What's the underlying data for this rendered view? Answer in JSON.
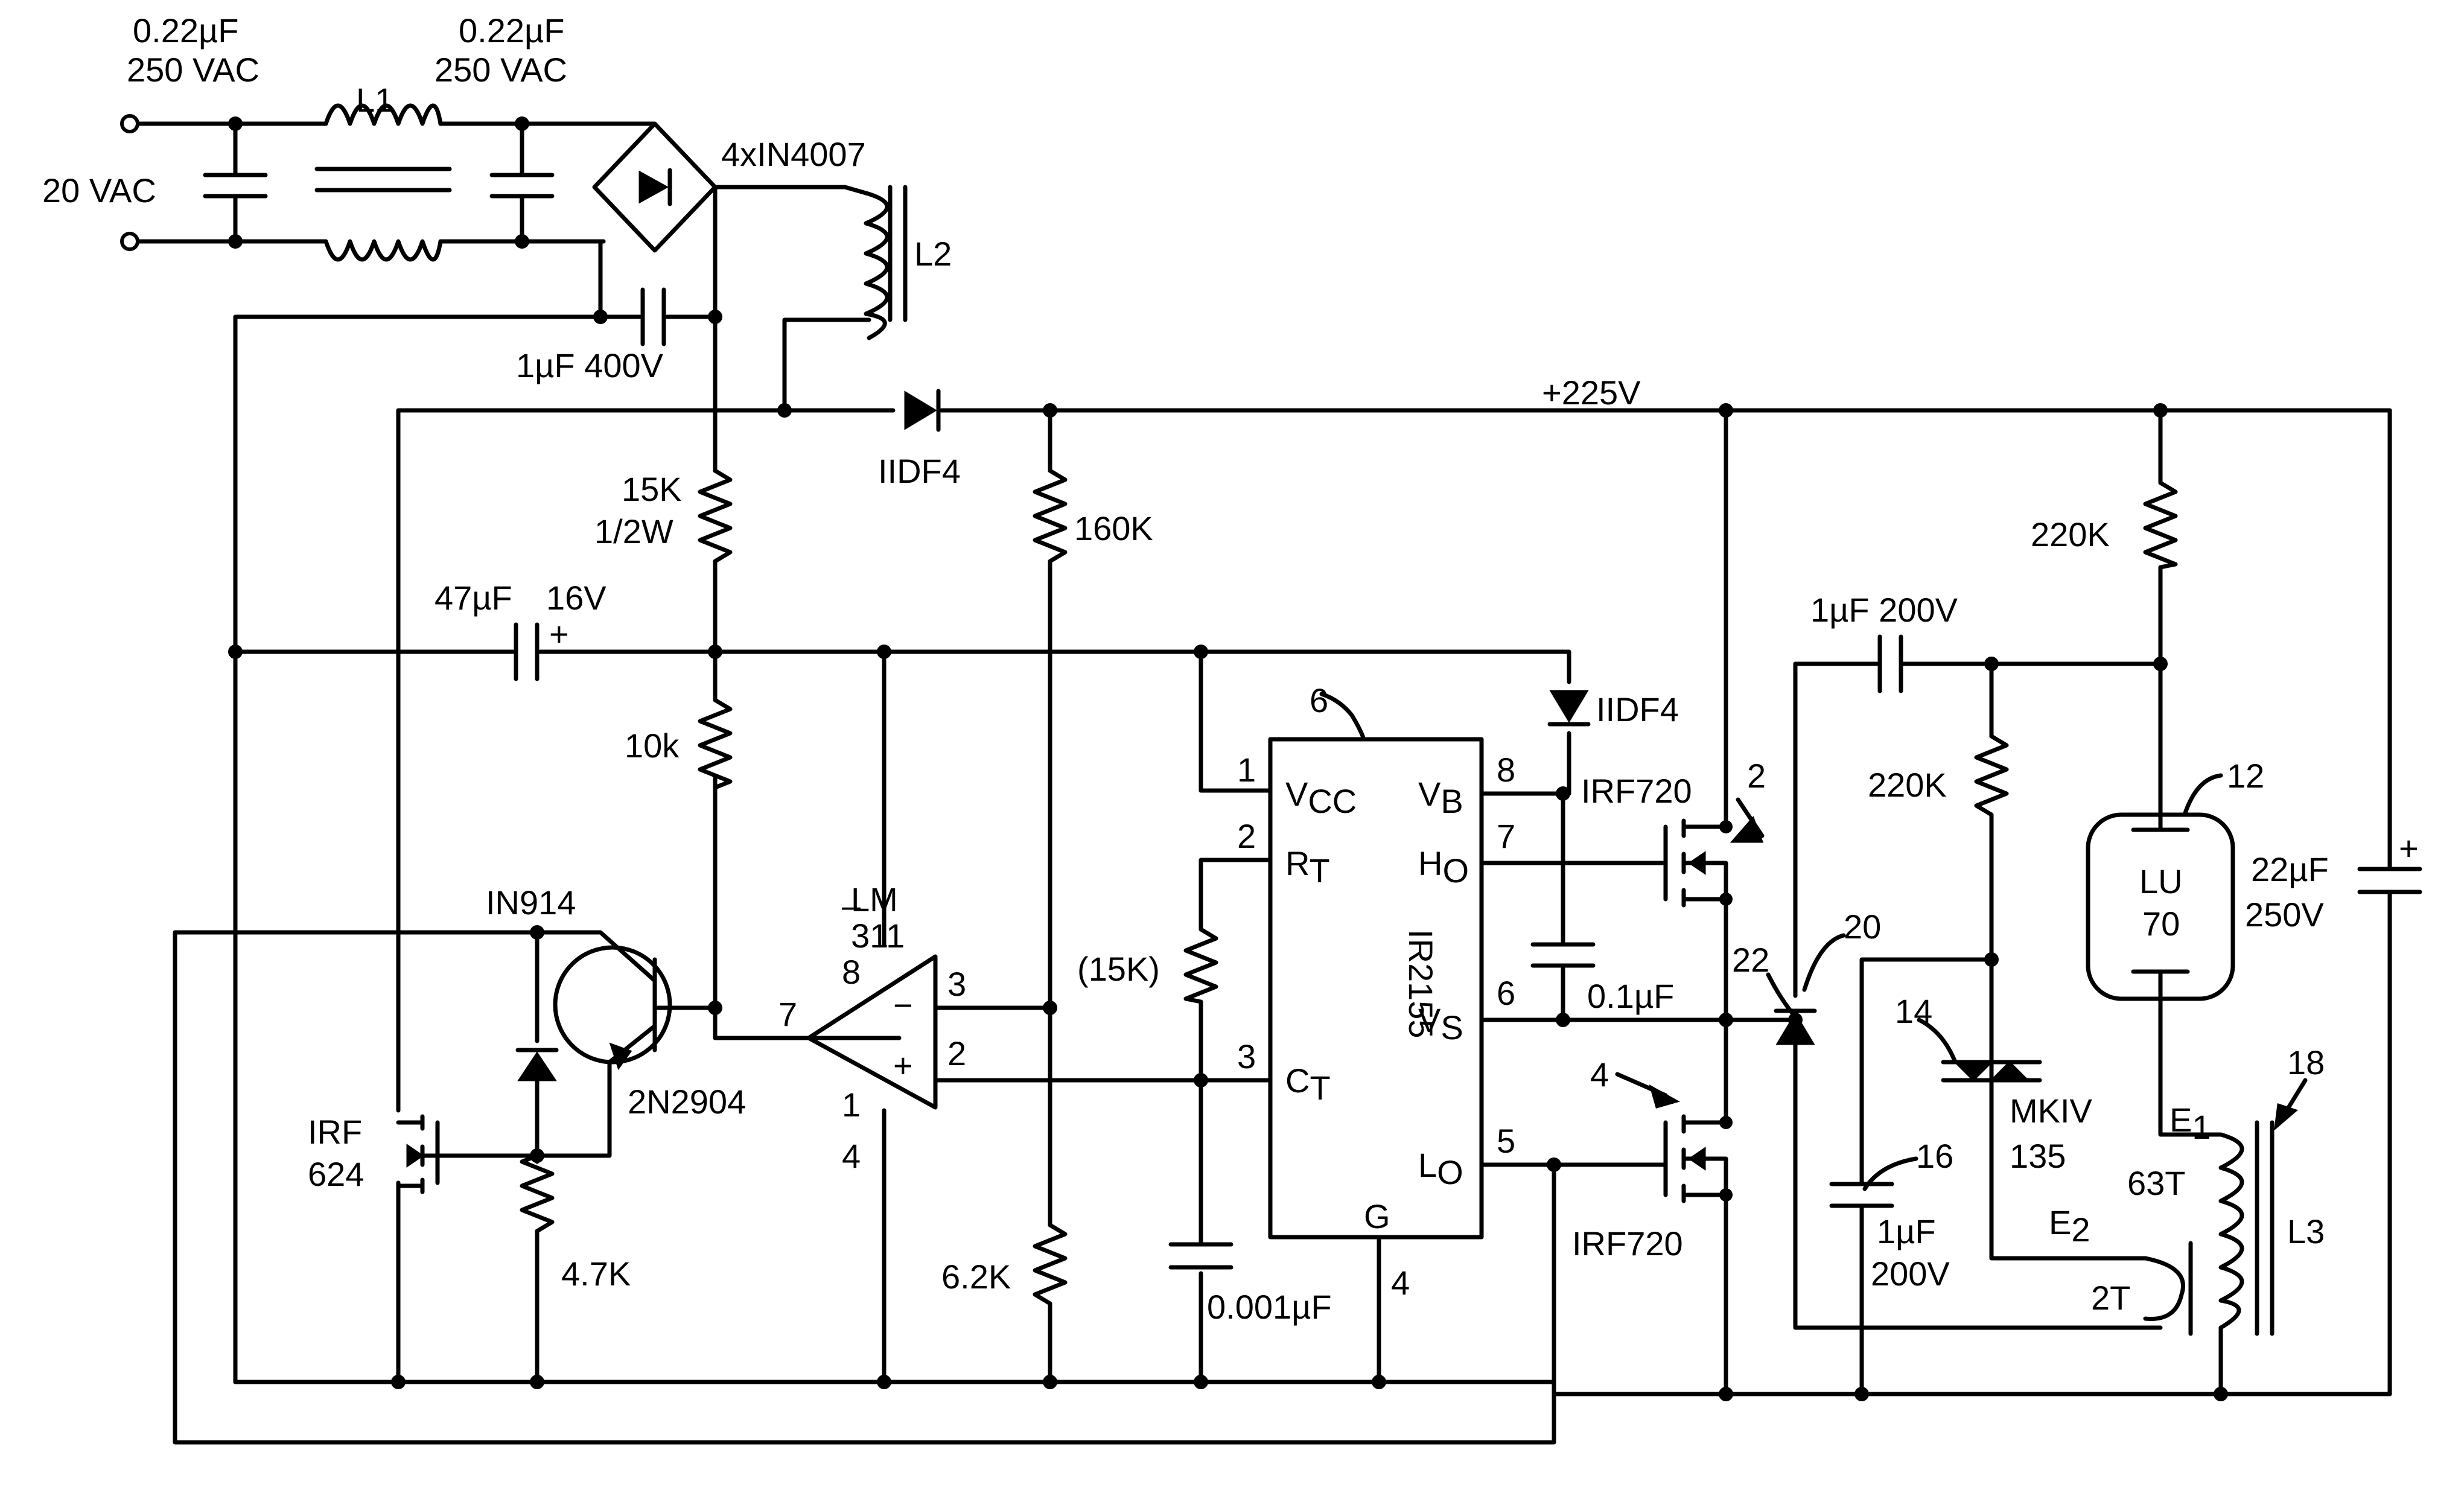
{
  "input": {
    "source": "20 VAC",
    "cap_in_value": "0.22µF",
    "cap_in_voltage": "250 VAC",
    "cap_out_value": "0.22µF",
    "cap_out_voltage": "250 VAC",
    "choke": "L1"
  },
  "bridge": {
    "label": "4xIN4007"
  },
  "l2": {
    "label": "L2"
  },
  "c_bulk": {
    "label": "1µF 400V"
  },
  "diode_main": {
    "label": "IIDF4"
  },
  "rail": {
    "label": "+225V"
  },
  "r15k": {
    "value": "15K",
    "power": "1/2W"
  },
  "r160k": {
    "label": "160K"
  },
  "c47": {
    "value": "47µF",
    "voltage": "16V",
    "polarity": "+"
  },
  "r10k": {
    "label": "10k"
  },
  "q_pnp": {
    "label": "2N2904"
  },
  "d_small": {
    "label": "IN914"
  },
  "q_mos": {
    "line1": "IRF",
    "line2": "624"
  },
  "r47k": {
    "label": "4.7K"
  },
  "comparator": {
    "line1": "LM",
    "line2": "311",
    "minus": "−",
    "plus": "+",
    "pin8": "8",
    "pin7": "7",
    "pin3": "3",
    "pin2": "2",
    "pin1": "1",
    "pin4": "4",
    "dash": "–"
  },
  "r15k_paren": {
    "label": "(15K)"
  },
  "r62k": {
    "label": "6.2K"
  },
  "c0001": {
    "label": "0.001µF"
  },
  "ic": {
    "name": "IR2155",
    "ref": "6",
    "vcc": "V",
    "vcc_sub": "CC",
    "rt": "R",
    "rt_sub": "T",
    "ct": "C",
    "ct_sub": "T",
    "vb": "V",
    "vb_sub": "B",
    "ho": "H",
    "ho_sub": "O",
    "vs": "V",
    "vs_sub": "S",
    "lo": "L",
    "lo_sub": "O",
    "g": "G",
    "p1": "1",
    "p2": "2",
    "p3": "3",
    "p4": "4",
    "p5": "5",
    "p6": "6",
    "p7": "7",
    "p8": "8"
  },
  "d_boot": {
    "label": "IIDF4"
  },
  "c_boot": {
    "label": "0.1µF"
  },
  "q_high": {
    "label": "IRF720",
    "ref": "2"
  },
  "q_low": {
    "label": "IRF720",
    "ref": "4"
  },
  "node": {
    "label": "22"
  },
  "d20": {
    "ref": "20"
  },
  "c1u": {
    "label": "1µF 200V"
  },
  "r220a": {
    "label": "220K"
  },
  "r220b": {
    "label": "220K"
  },
  "lamp": {
    "line1": "LU",
    "line2": "70",
    "ref": "12"
  },
  "c22": {
    "value": "22µF",
    "voltage": "250V",
    "polarity": "+"
  },
  "triac": {
    "line1": "MKIV",
    "line2": "135",
    "ref": "14"
  },
  "c16": {
    "value": "1µF",
    "voltage": "200V",
    "ref": "16"
  },
  "l3": {
    "label": "L3",
    "ref": "18",
    "e1": "E",
    "e1_sub": "1",
    "e2": "E",
    "e2_sub": "2",
    "turns_main": "63T",
    "turns_aux": "2T"
  }
}
